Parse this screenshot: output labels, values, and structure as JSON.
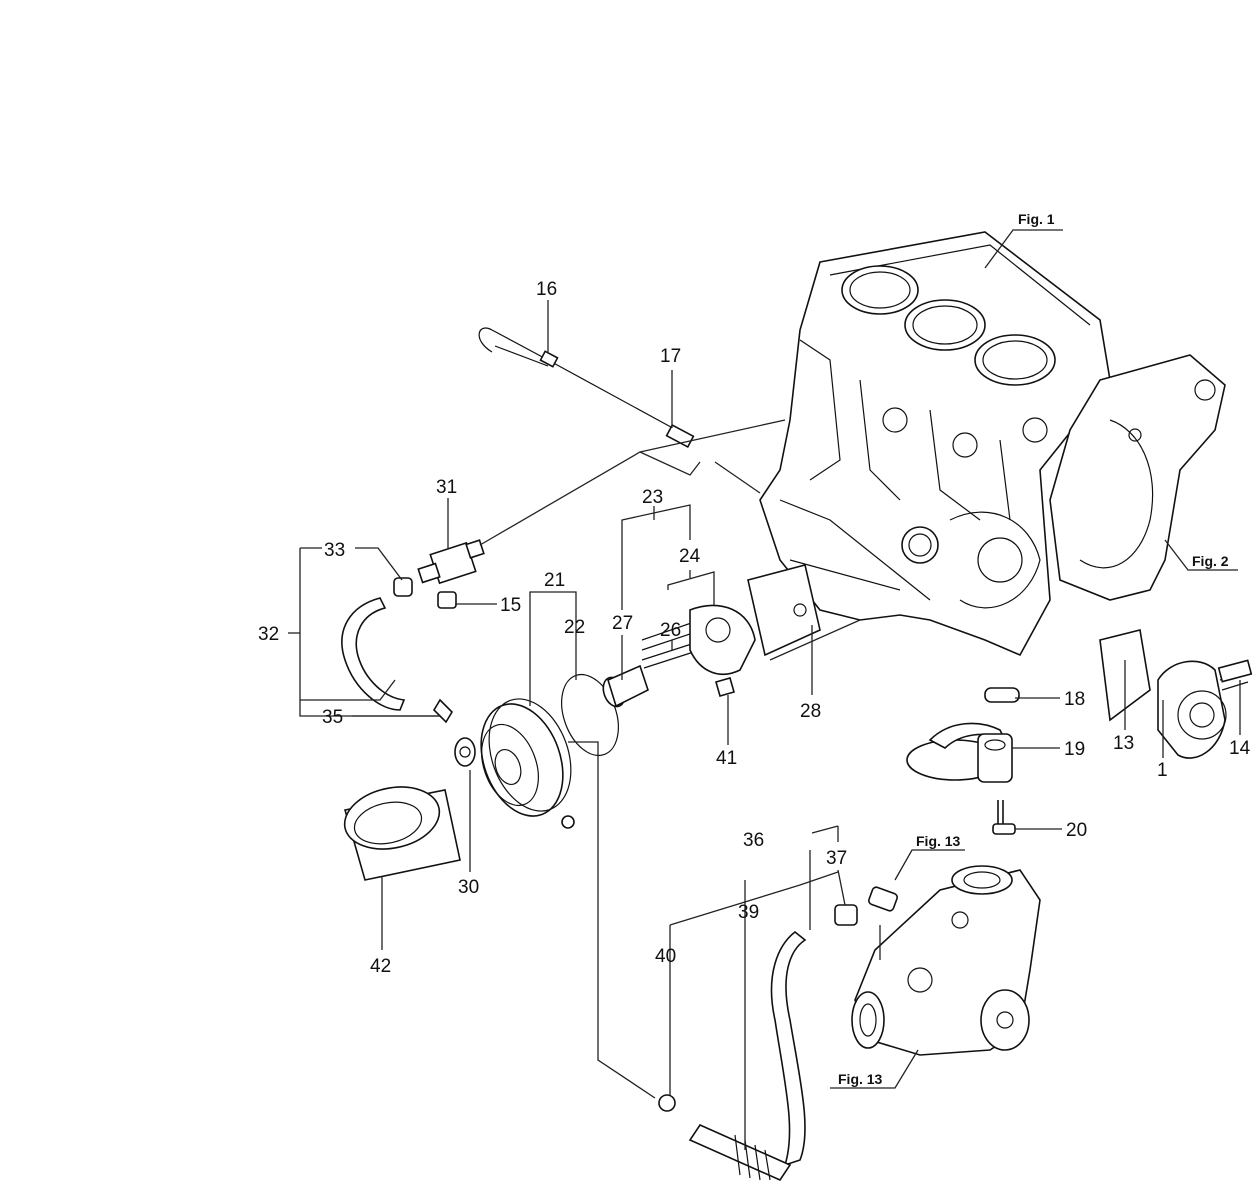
{
  "figure_refs": {
    "block": "Fig. 1",
    "gear_case": "Fig. 2",
    "pump_top": "Fig. 13",
    "pump_bottom": "Fig. 13"
  },
  "callouts": {
    "c1": "1",
    "c13": "13",
    "c14": "14",
    "c15": "15",
    "c16": "16",
    "c17": "17",
    "c18": "18",
    "c19": "19",
    "c20": "20",
    "c21": "21",
    "c22": "22",
    "c23": "23",
    "c24": "24",
    "c26": "26",
    "c27": "27",
    "c28": "28",
    "c30": "30",
    "c31": "31",
    "c32": "32",
    "c33": "33",
    "c35": "35",
    "c36": "36",
    "c37": "37",
    "c39": "39",
    "c40": "40",
    "c41": "41",
    "c42": "42"
  }
}
